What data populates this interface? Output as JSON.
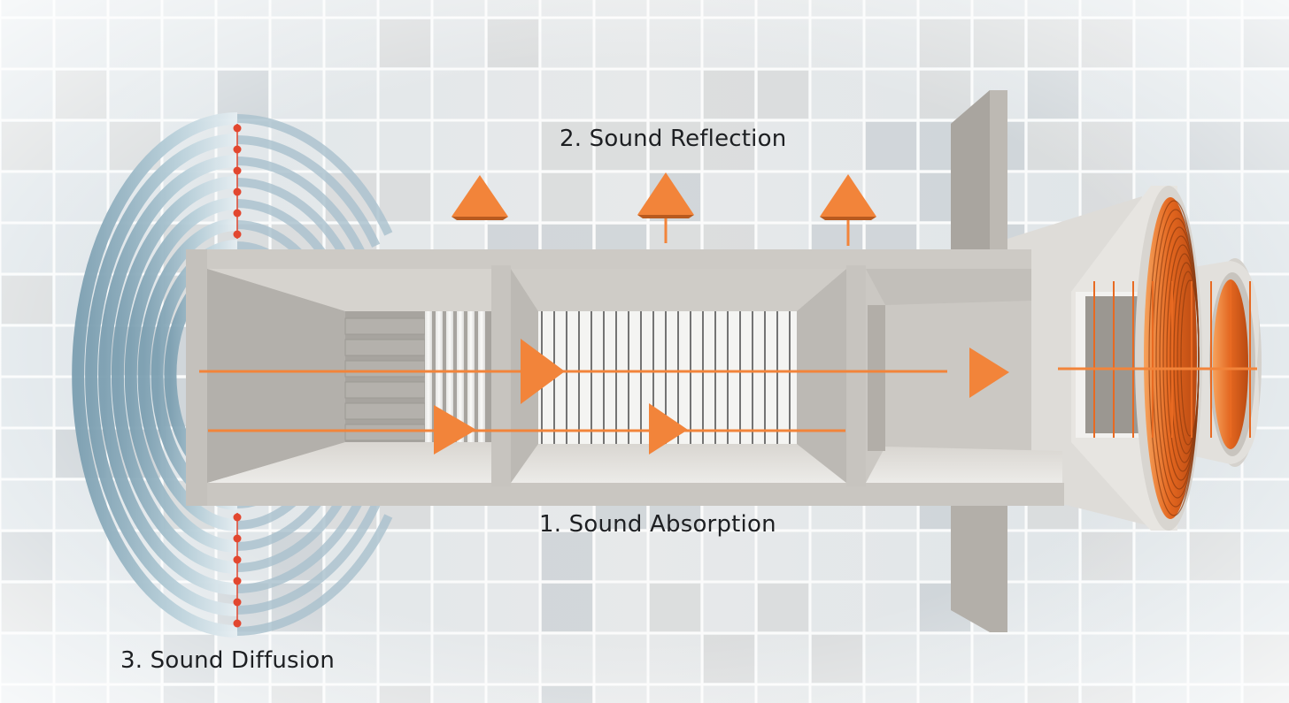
{
  "labels": {
    "absorption": "1. Sound Absorption",
    "reflection": "2. Sound Reflection",
    "diffusion": "3. Sound Diffusion"
  },
  "colors": {
    "accent": "#f2843a",
    "concrete": "#cfccc7",
    "wave_ring": "#a9c1cd",
    "marker": "#e2472f",
    "text": "#1d1f22"
  }
}
